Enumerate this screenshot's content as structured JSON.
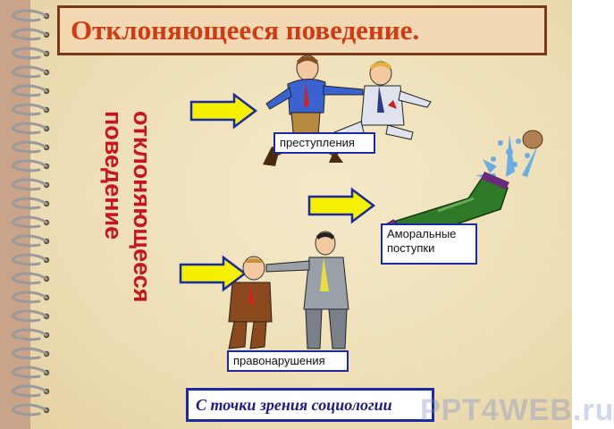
{
  "title": "Отклоняющееся поведение.",
  "vertical_heading": {
    "line1": "отклоняющееся",
    "line2": "поведение"
  },
  "labels": {
    "crimes": "преступления",
    "immoral": "Аморальные поступки",
    "offenses": "правонарушения"
  },
  "footer": "С точки зрения социологии",
  "watermark": "РРТ4WEB.ru",
  "colors": {
    "title_red": "#d23a12",
    "vertical_red": "#c8141e",
    "box_border_blue": "#1b2aa0",
    "arrow_yellow": "#f5f000",
    "arrow_outline": "#1b2aa0"
  },
  "icons": [
    "fighting-men-illustration",
    "champagne-bottle-illustration",
    "scolding-boss-illustration",
    "yellow-arrow-icon",
    "notebook-ring-binding"
  ]
}
